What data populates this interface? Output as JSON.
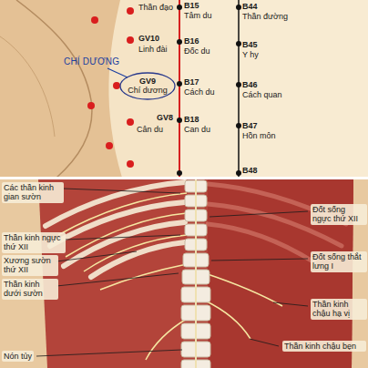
{
  "diagram": {
    "nodes": [
      {
        "text": [
          "GV9",
          "Chí dương"
        ]
      }
    ],
    "labels": [
      "Thần đạo",
      "B15",
      "Tâm du",
      "B44",
      "Thần đường",
      "GV10",
      "Linh đài",
      "B16",
      "Đốc du",
      "B45",
      "Y hy",
      "CHÍ DƯƠNG",
      "B17",
      "Cách du",
      "B46",
      "Cách quan",
      "GV8",
      "Cân du",
      "B18",
      "Can du",
      "B47",
      "Hồn môn",
      "B48",
      "Các thần kinh gian sườn",
      "Đốt sống ngực thứ XII",
      "Thần kinh ngực thứ XII",
      "Xương sườn thứ XII",
      "Đốt sống thắt lưng I",
      "Thần kinh dưới sườn",
      "Thần kinh chậu hạ vị",
      "Thần kinh chậu bẹn",
      "Nón tủy"
    ]
  }
}
